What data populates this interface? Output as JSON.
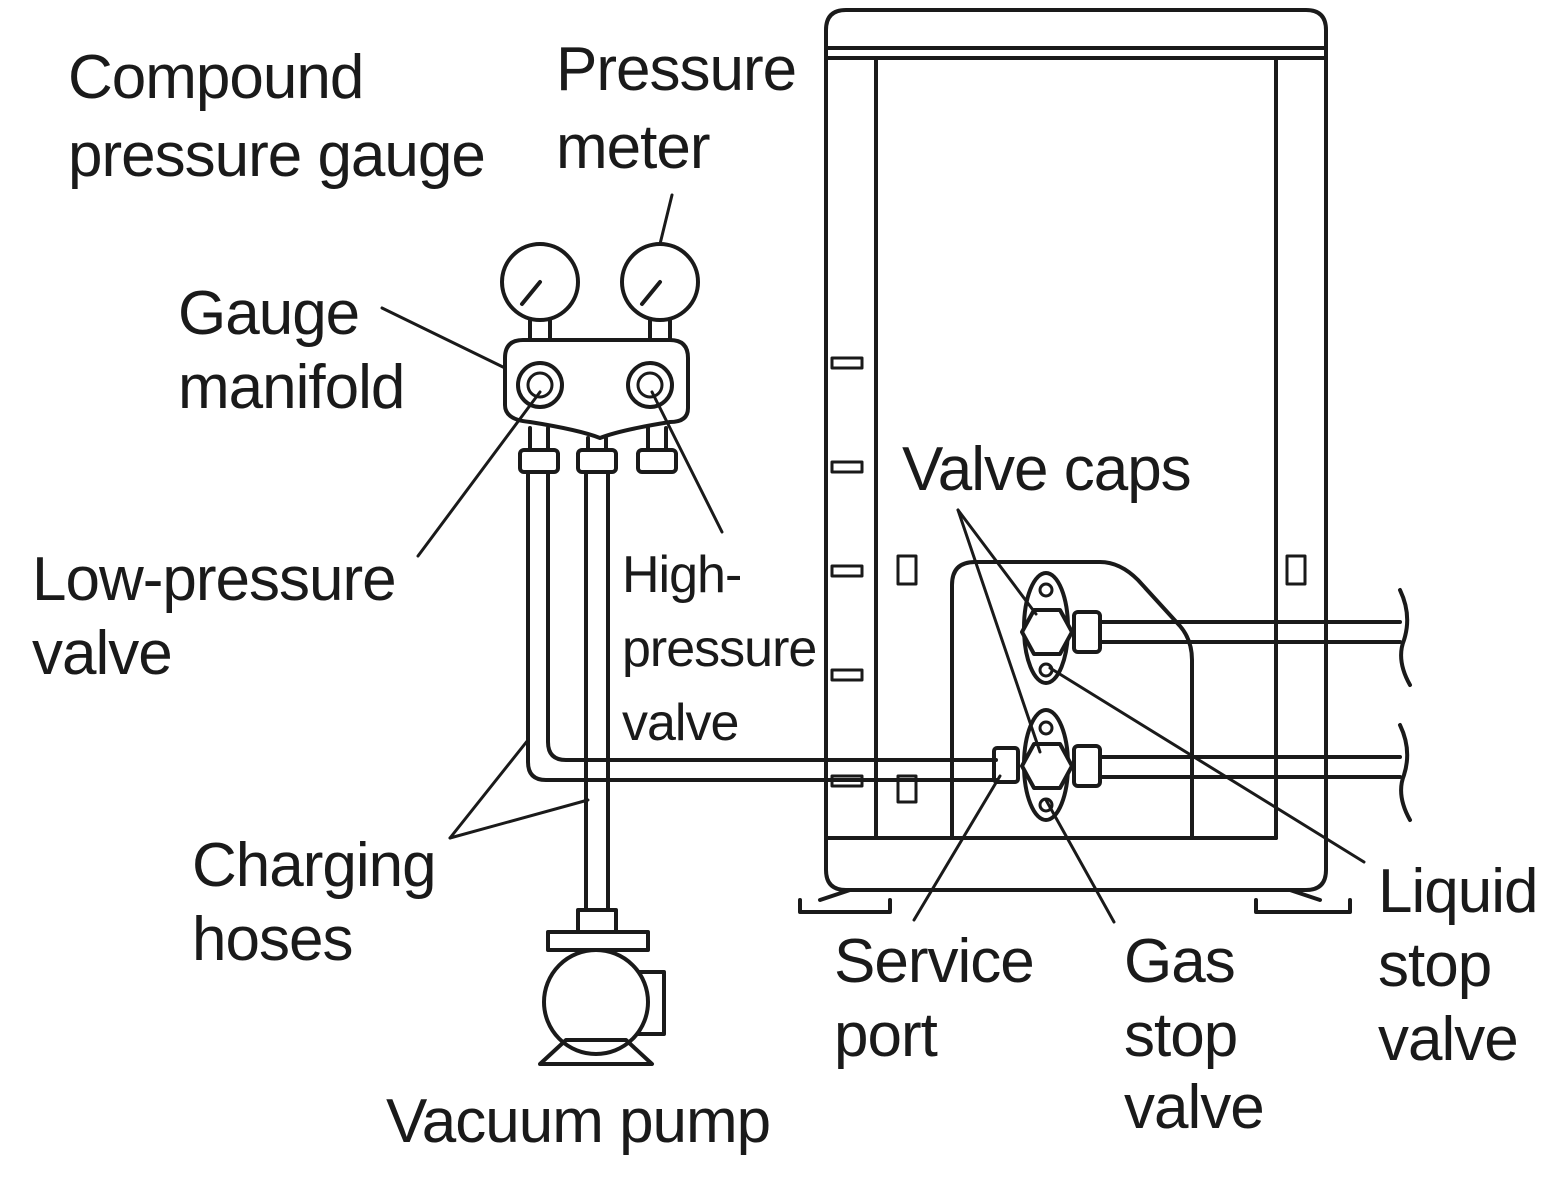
{
  "labels": {
    "compound_gauge": [
      "Compound",
      "pressure gauge"
    ],
    "pressure_meter": [
      "Pressure",
      "meter"
    ],
    "gauge_manifold": [
      "Gauge",
      "manifold"
    ],
    "low_pressure_valve": [
      "Low-pressure",
      "valve"
    ],
    "high_pressure_valve": [
      "High-",
      "pressure",
      "valve"
    ],
    "valve_caps": "Valve caps",
    "charging_hoses": [
      "Charging",
      "hoses"
    ],
    "vacuum_pump": "Vacuum pump",
    "service_port": [
      "Service",
      "port"
    ],
    "gas_stop_valve": [
      "Gas",
      "stop",
      "valve"
    ],
    "liquid_stop_valve": [
      "Liquid",
      "stop",
      "valve"
    ]
  },
  "colors": {
    "line": "#1a1a1a",
    "background": "#ffffff"
  }
}
